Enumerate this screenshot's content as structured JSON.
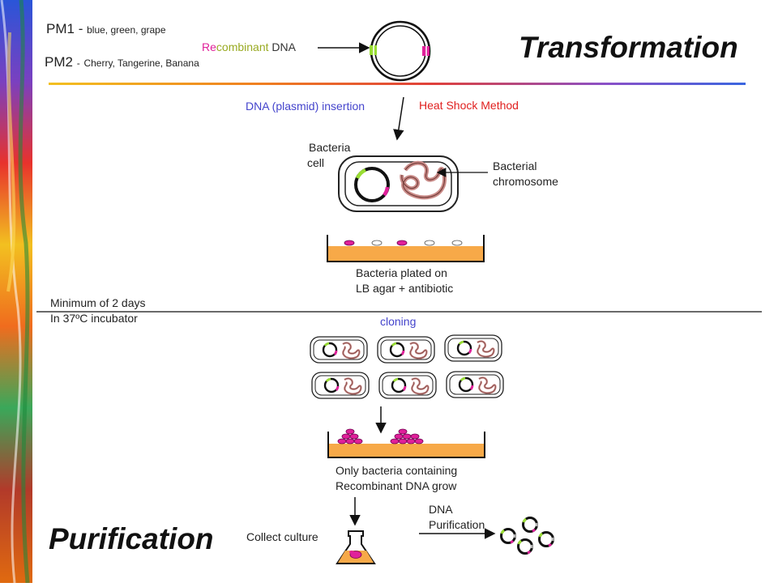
{
  "pm1": {
    "code": "PM1",
    "sep": "-",
    "colors": "blue, green, grape"
  },
  "pm2": {
    "code": "PM2",
    "sep": "-",
    "colors": "Cherry, Tangerine, Banana"
  },
  "recombinant": {
    "part1": "Re",
    "part2": "combinant",
    "part3": " DNA"
  },
  "titles": {
    "transformation": "Transformation",
    "purification": "Purification"
  },
  "labels": {
    "insertion": "DNA (plasmid) insertion",
    "heat_shock": "Heat Shock Method",
    "bacteria_cell_1": "Bacteria",
    "bacteria_cell_2": "cell",
    "chromosome_1": "Bacterial",
    "chromosome_2": "chromosome",
    "plated_1": "Bacteria plated on",
    "plated_2": "LB agar + antibiotic",
    "incubate_1": "Minimum of 2 days",
    "incubate_2": "In 37ºC incubator",
    "cloning": "cloning",
    "grow_1": "Only bacteria containing",
    "grow_2": "Recombinant DNA grow",
    "collect": "Collect culture",
    "dna_purif_1": "DNA",
    "dna_purif_2": "Purification"
  },
  "colors": {
    "magenta": "#e0209a",
    "green": "#99dd33",
    "agar": "#f7a948",
    "insert_blue": "#4444cc",
    "heat_red": "#e0201f",
    "chromosome": "#c98b88",
    "re_pink": "#e0209a",
    "combinant_olive": "#99aa22"
  },
  "icons": [
    "rainbow-stripes",
    "plasmid-icon",
    "bacterial-cell-icon",
    "petri-dish-icon",
    "flask-icon"
  ]
}
